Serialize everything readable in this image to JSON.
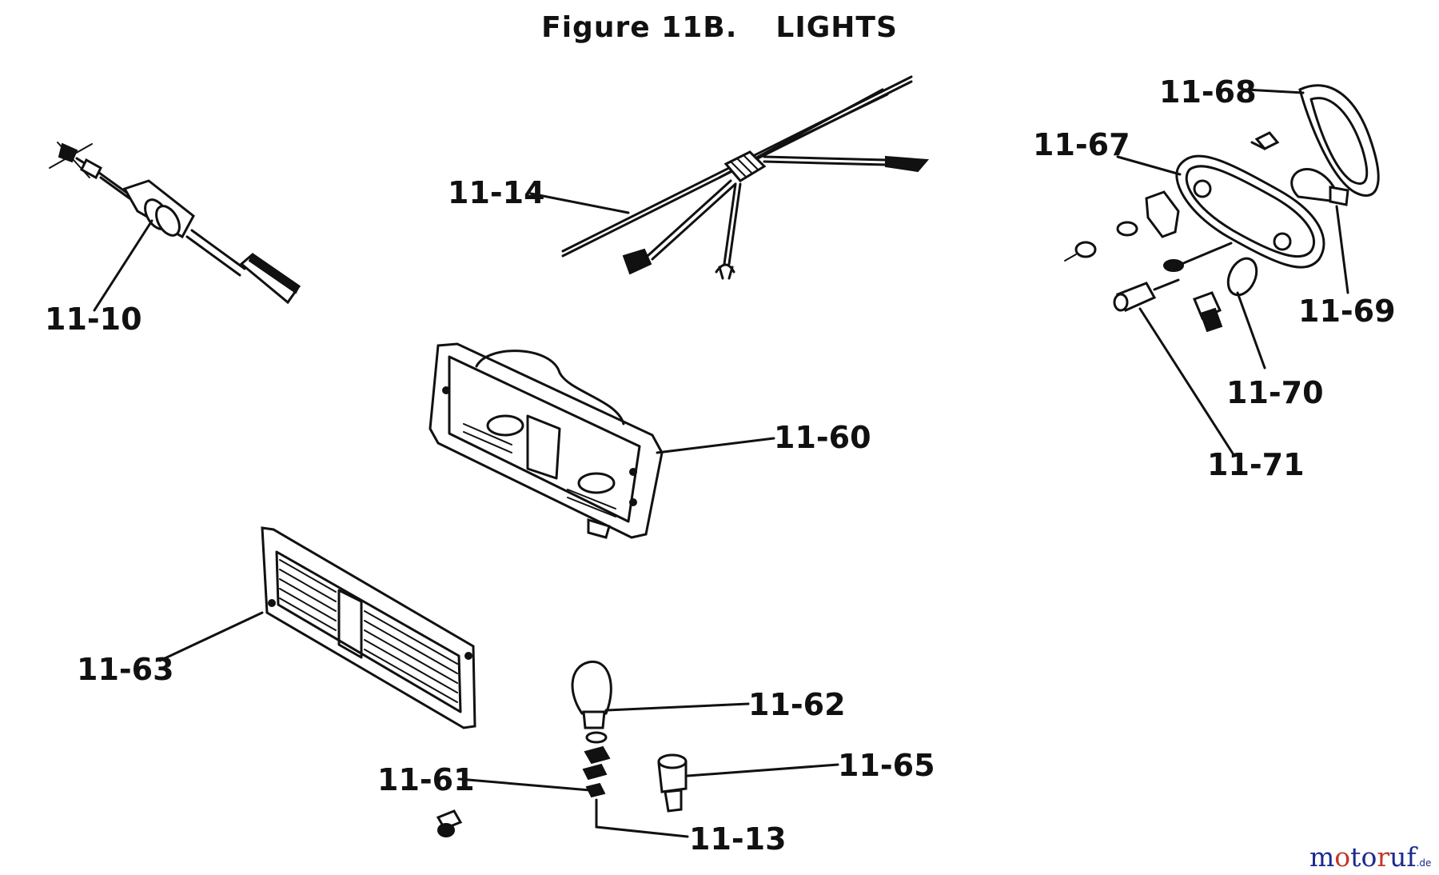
{
  "title": {
    "figure": "Figure 11B.",
    "name": "LIGHTS"
  },
  "callouts": {
    "c_11_10": "11-10",
    "c_11_14": "11-14",
    "c_11_68": "11-68",
    "c_11_67": "11-67",
    "c_11_69": "11-69",
    "c_11_70": "11-70",
    "c_11_71": "11-71",
    "c_11_60": "11-60",
    "c_11_63": "11-63",
    "c_11_62": "11-62",
    "c_11_61": "11-61",
    "c_11_65": "11-65",
    "c_11_13": "11-13"
  },
  "watermark": {
    "text": "motoruf",
    "suffix": ".de"
  },
  "colors": {
    "line": "#111111",
    "watermark_m": "#1c2a8c",
    "watermark_o": "#c0392b",
    "watermark_t": "#1c2a8c"
  }
}
